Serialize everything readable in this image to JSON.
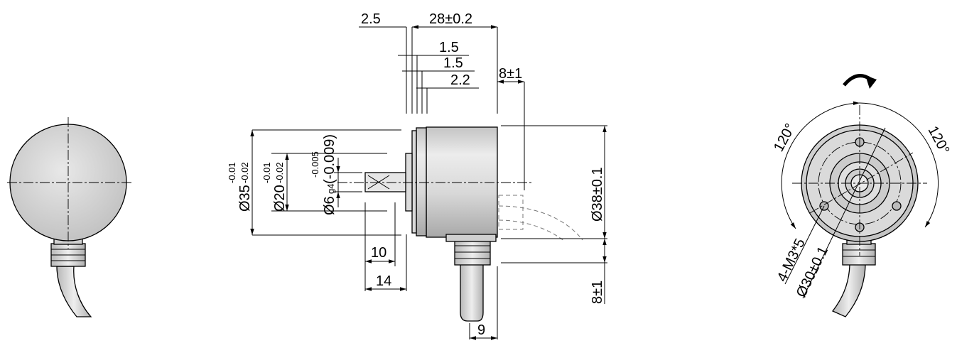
{
  "dimensions": {
    "d_2_5": "2.5",
    "d_28": "28±0.2",
    "d_1_5a": "1.5",
    "d_1_5b": "1.5",
    "d_2_2": "2.2",
    "d_8_top": "8±1",
    "d_35_base": "Ø35",
    "d_35_tol_up": "-0.01",
    "d_35_tol_low": "-0.02",
    "d_20_base": "Ø20",
    "d_20_tol_up": "-0.01",
    "d_20_tol_low": "-0.02",
    "d_6_base": "Ø6",
    "d_6_sub": "g4",
    "d_6_paren": "(-0.009)",
    "d_6_tol_up": "-0.005",
    "d_38": "Ø38±0.1",
    "d_10": "10",
    "d_14": "14",
    "d_9": "9",
    "d_8_bottom": "8±1",
    "angle_left": "120°",
    "angle_right": "120°",
    "holes": "4-M3*5",
    "pcd": "Ø30±0.1"
  },
  "colors": {
    "metal_light": "#e4e4e4",
    "metal_mid": "#cfcfcf",
    "metal_dark": "#a9a9a9",
    "line": "#000000"
  },
  "icons": {
    "rotation": "clockwise-rotation-arrow-icon"
  }
}
